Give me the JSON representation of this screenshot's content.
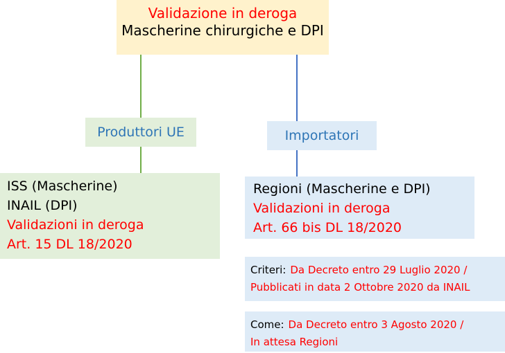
{
  "colors": {
    "cream": "#FFF2CC",
    "light_green": "#E2EFDA",
    "light_blue": "#DEEBF7",
    "green_line": "#70AD47",
    "blue_line": "#4472C4",
    "red_text": "#FF0000",
    "blue_text": "#2E75B6",
    "black_text": "#000000"
  },
  "root_node": {
    "title": "Validazione in deroga",
    "subtitle": "Mascherine chirurgiche e DPI"
  },
  "branches": {
    "producers_label": "Produttori UE",
    "importers_label": "Importatori"
  },
  "producers_box": {
    "line1": "ISS (Mascherine)",
    "line2": "INAIL (DPI)",
    "line3": "Validazioni in deroga",
    "line4": "Art. 15 DL 18/2020"
  },
  "importers_box": {
    "line1": "Regioni (Mascherine e DPI)",
    "line2": "Validazioni in deroga",
    "line3": "Art. 66 bis DL 18/2020"
  },
  "criteri_box": {
    "label": "Criteri:",
    "detail_line1": "Da Decreto entro 29 Luglio 2020 /",
    "detail_line2": "Pubblicati in data 2 Ottobre 2020 da INAIL"
  },
  "come_box": {
    "label": "Come:",
    "detail_line1": "Da Decreto entro 3 Agosto 2020 /",
    "detail_line2": "In attesa Regioni"
  }
}
